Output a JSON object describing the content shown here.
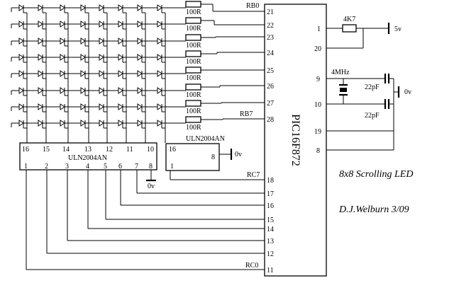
{
  "title": "8x8 Scrolling LED",
  "author": "D.J.Welburn 3/09",
  "mcu": {
    "name": "PIC16F872",
    "left_pins": [
      "21",
      "22",
      "23",
      "24",
      "25",
      "26",
      "27",
      "28",
      "18",
      "17",
      "16",
      "15",
      "14",
      "13",
      "12",
      "11"
    ],
    "right_pins": [
      "1",
      "20",
      "9",
      "10",
      "19",
      "8"
    ]
  },
  "port_labels": {
    "rb0": "RB0",
    "rb7": "RB7",
    "rc7": "RC7",
    "rc0": "RC0"
  },
  "resistor_label": "100R",
  "pullup": {
    "label": "4K7",
    "supply": "5v"
  },
  "crystal": {
    "label": "4MHz",
    "cap1": "22pF",
    "cap2": "22pF",
    "ground": "0v"
  },
  "driver_big": {
    "name": "ULN2004AN",
    "top_pins": [
      "16",
      "15",
      "14",
      "13",
      "12",
      "11",
      "10"
    ],
    "bottom_pins": [
      "1",
      "2",
      "3",
      "4",
      "5",
      "6",
      "7",
      "8"
    ],
    "ground": "0v"
  },
  "driver_small": {
    "name": "ULN2004AN",
    "pins": {
      "p16": "16",
      "p1": "1",
      "p8": "8"
    },
    "ground": "0v"
  },
  "led_matrix": {
    "rows": 8,
    "cols": 8
  }
}
